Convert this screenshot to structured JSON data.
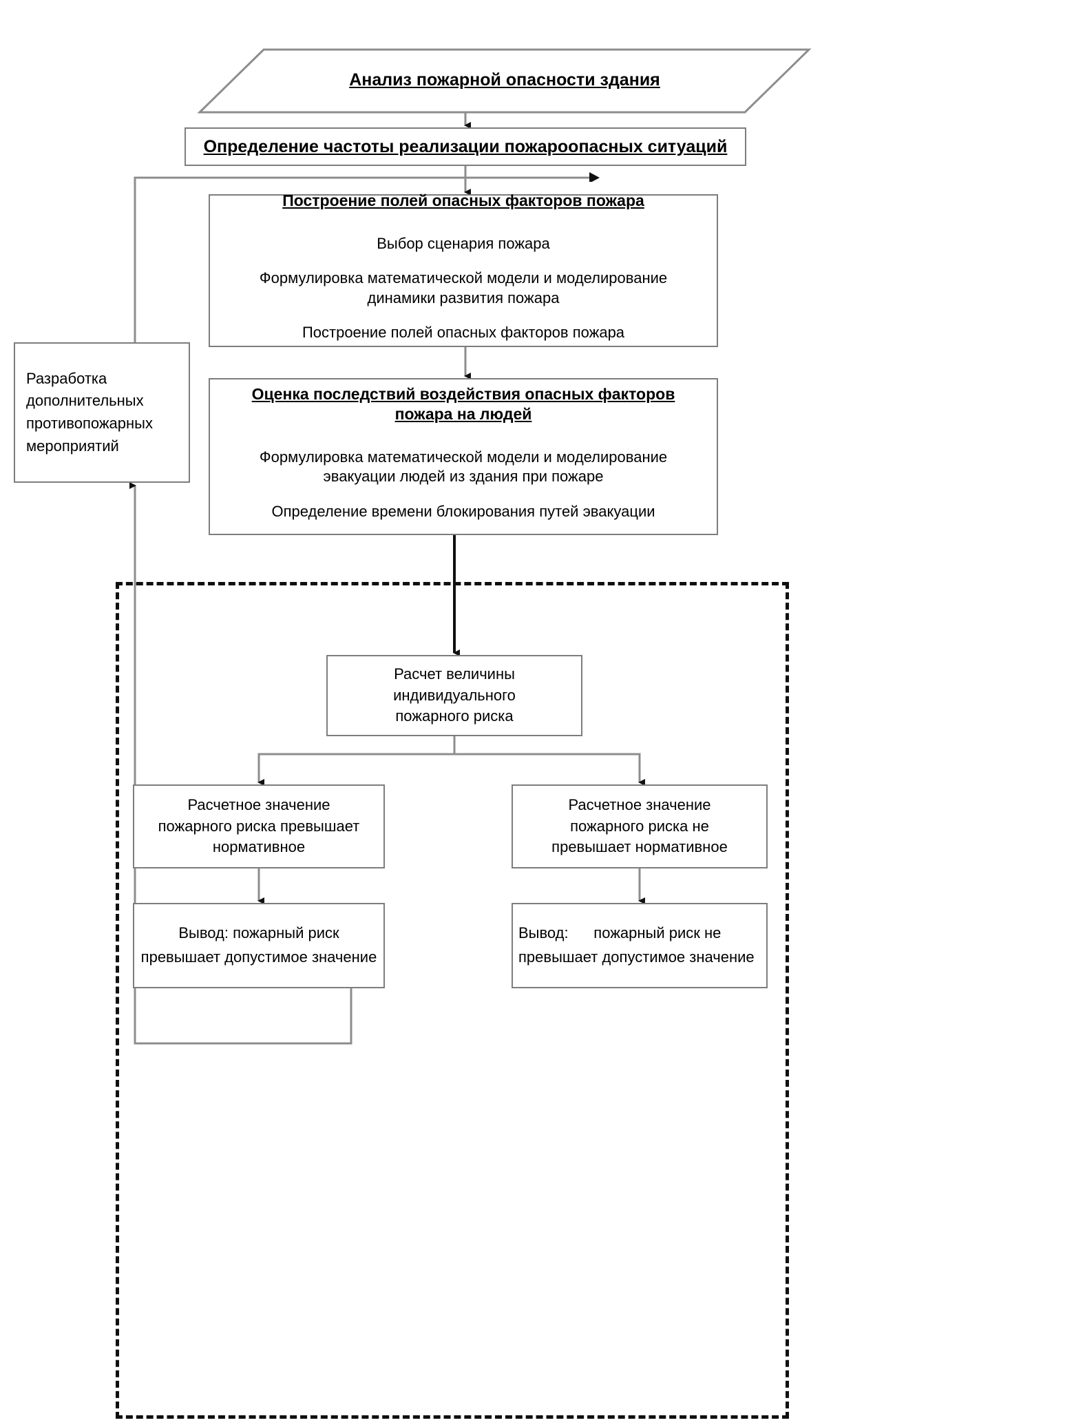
{
  "diagram": {
    "title_text": "Анализ пожарной опасности здания",
    "accent_line_color": "#7d7d7d",
    "dashed_border_color": "#0f0f0f"
  },
  "nodes": {
    "analysis": {
      "shape": "parallelogram",
      "title": "Анализ пожарной опасности здания"
    },
    "frequency": {
      "shape": "rect",
      "title": "Определение частоты реализации пожароопасных ситуаций"
    },
    "fields": {
      "shape": "rect",
      "title": "Построение полей опасных факторов пожара",
      "lines": [
        "Выбор сценария пожара",
        "Формулировка математической модели и моделирование динамики развития пожара",
        "Построение полей опасных факторов пожара"
      ]
    },
    "consequences": {
      "shape": "rect",
      "title": "Оценка последствий воздействия опасных факторов пожара на людей",
      "lines": [
        "Формулировка математической модели и моделирование эвакуации людей из здания при пожаре",
        "Определение времени блокирования путей эвакуации"
      ]
    },
    "measures": {
      "shape": "rect",
      "lines": [
        "Разработка",
        "дополнительных",
        "противопожарных",
        "мероприятий"
      ]
    },
    "risk_calc": {
      "shape": "rect",
      "lines": [
        "Расчет величины",
        "индивидуального",
        "пожарного риска"
      ]
    },
    "exceeds": {
      "shape": "rect",
      "lines": [
        "Расчетное значение",
        "пожарного риска превышает",
        "нормативное"
      ]
    },
    "not_exceeds": {
      "shape": "rect",
      "lines": [
        "Расчетное значение",
        "пожарного риска не",
        "превышает нормативное"
      ]
    },
    "conclusion_bad": {
      "shape": "rect",
      "lines": [
        "Вывод: пожарный риск",
        "превышает допустимое значение"
      ]
    },
    "conclusion_good": {
      "shape": "rect",
      "lines": [
        "Вывод:      пожарный риск не",
        "превышает допустимое значение"
      ]
    }
  },
  "connectors": [
    {
      "name": "analysis-to-frequency",
      "from": "analysis",
      "to": "frequency"
    },
    {
      "name": "frequency-to-fields",
      "from": "frequency",
      "to": "fields"
    },
    {
      "name": "fields-to-consequences",
      "from": "fields",
      "to": "consequences"
    },
    {
      "name": "consequences-to-risk-calc",
      "from": "consequences",
      "to": "risk_calc"
    },
    {
      "name": "risk-calc-split-left",
      "from": "risk_calc",
      "to": "exceeds"
    },
    {
      "name": "risk-calc-split-right",
      "from": "risk_calc",
      "to": "not_exceeds"
    },
    {
      "name": "exceeds-to-conclusion-bad",
      "from": "exceeds",
      "to": "conclusion_bad"
    },
    {
      "name": "not-exceeds-to-conclusion-good",
      "from": "not_exceeds",
      "to": "conclusion_good"
    },
    {
      "name": "conclusion-bad-feedback-to-measures",
      "from": "conclusion_bad",
      "to": "measures"
    },
    {
      "name": "measures-feedback-to-fields",
      "from": "measures",
      "to": "fields"
    }
  ]
}
